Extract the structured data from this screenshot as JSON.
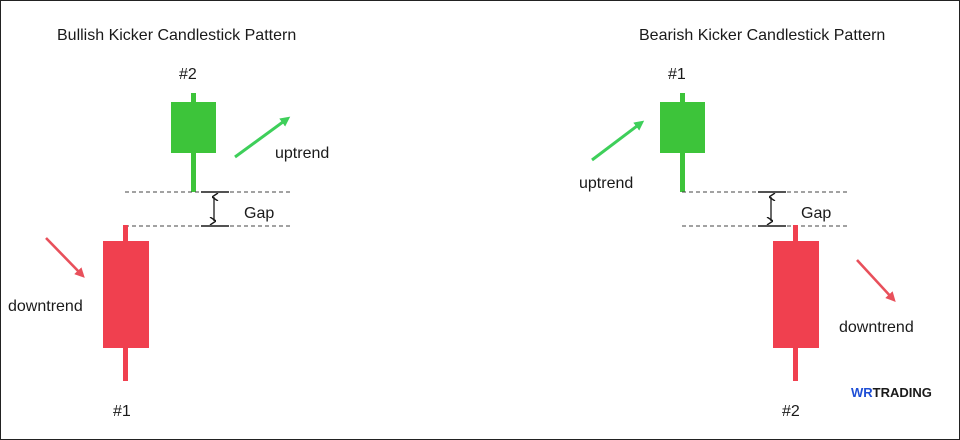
{
  "left_panel": {
    "title": "Bullish Kicker Candlestick Pattern",
    "candle_top_label": "#2",
    "candle_bottom_label": "#1",
    "trend_up_label": "uptrend",
    "trend_down_label": "downtrend",
    "gap_label": "Gap"
  },
  "right_panel": {
    "title": "Bearish Kicker Candlestick Pattern",
    "candle_top_label": "#1",
    "candle_bottom_label": "#2",
    "trend_up_label": "uptrend",
    "trend_down_label": "downtrend",
    "gap_label": "Gap"
  },
  "logo": {
    "mark": "WR",
    "text": "TRADING"
  },
  "colors": {
    "bullish": "#3dc43a",
    "bearish": "#f0404f",
    "arrow_up": "#3ecf5a",
    "arrow_down": "#e8505b",
    "logo_mark": "#1f4fd6",
    "text": "#1a1a1a"
  }
}
